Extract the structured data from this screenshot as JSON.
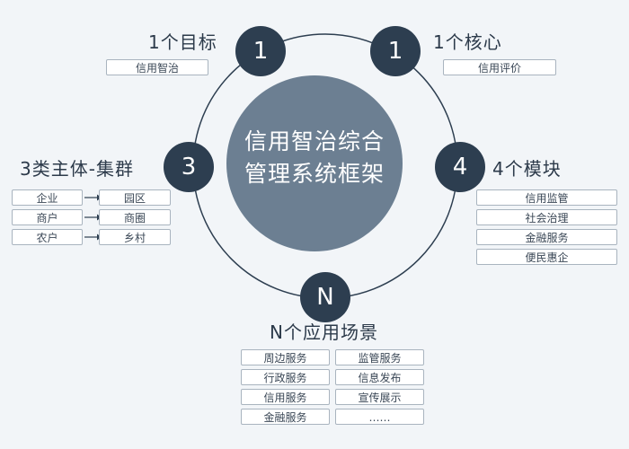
{
  "center": {
    "line1": "信用智治综合",
    "line2": "管理系统框架"
  },
  "nodes": {
    "goal": {
      "number": "1",
      "heading": "1个目标",
      "tags": [
        "信用智治"
      ]
    },
    "core": {
      "number": "1",
      "heading": "1个核心",
      "tags": [
        "信用评价"
      ]
    },
    "subjects": {
      "number": "3",
      "heading": "3类主体-集群",
      "pairs": [
        {
          "subject": "企业",
          "cluster": "园区"
        },
        {
          "subject": "商户",
          "cluster": "商圈"
        },
        {
          "subject": "农户",
          "cluster": "乡村"
        }
      ]
    },
    "modules": {
      "number": "4",
      "heading": "4个模块",
      "tags": [
        "信用监管",
        "社会治理",
        "金融服务",
        "便民惠企"
      ]
    },
    "scenarios": {
      "number": "N",
      "heading": "N个应用场景",
      "left": [
        "周边服务",
        "行政服务",
        "信用服务",
        "金融服务"
      ],
      "right": [
        "监管服务",
        "信息发布",
        "宣传展示",
        "……"
      ]
    }
  },
  "colors": {
    "background": "#f2f5f8",
    "node_fill": "#2d3e50",
    "center_fill": "#6c7f92",
    "ring": "#2d3e50",
    "tag_border": "#a9b4bf"
  }
}
